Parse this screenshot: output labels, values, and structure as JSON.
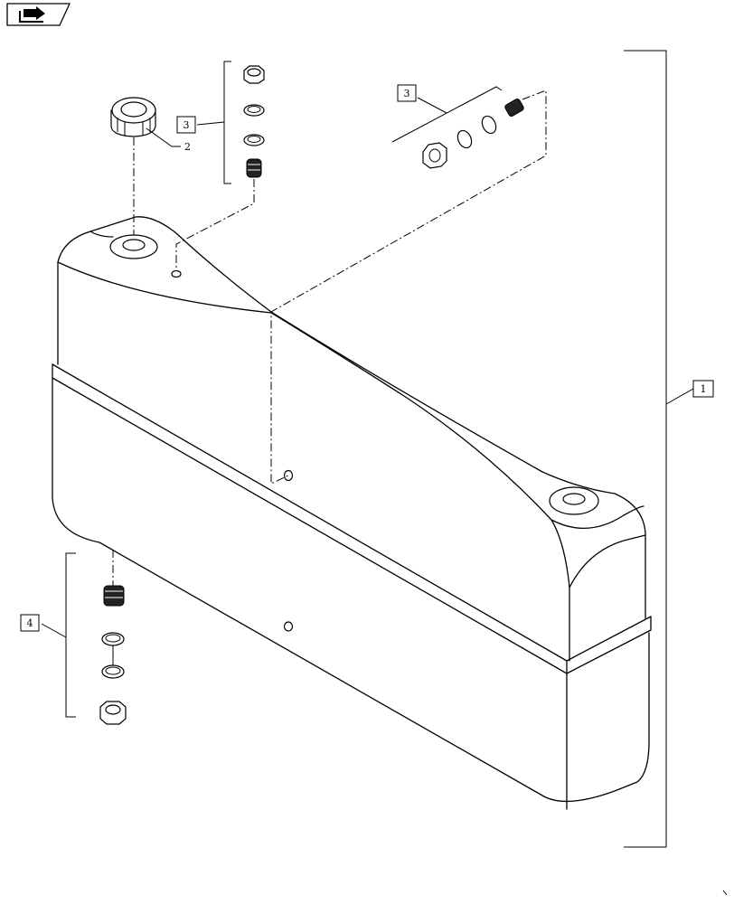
{
  "callouts": {
    "assembly": "1",
    "filler_cap": "2",
    "top_fitting_kit": "3",
    "rear_fitting_kit": "3",
    "bottom_fitting_kit": "4"
  },
  "icons": {
    "corner_icon": "page-flip-arrow-icon"
  }
}
